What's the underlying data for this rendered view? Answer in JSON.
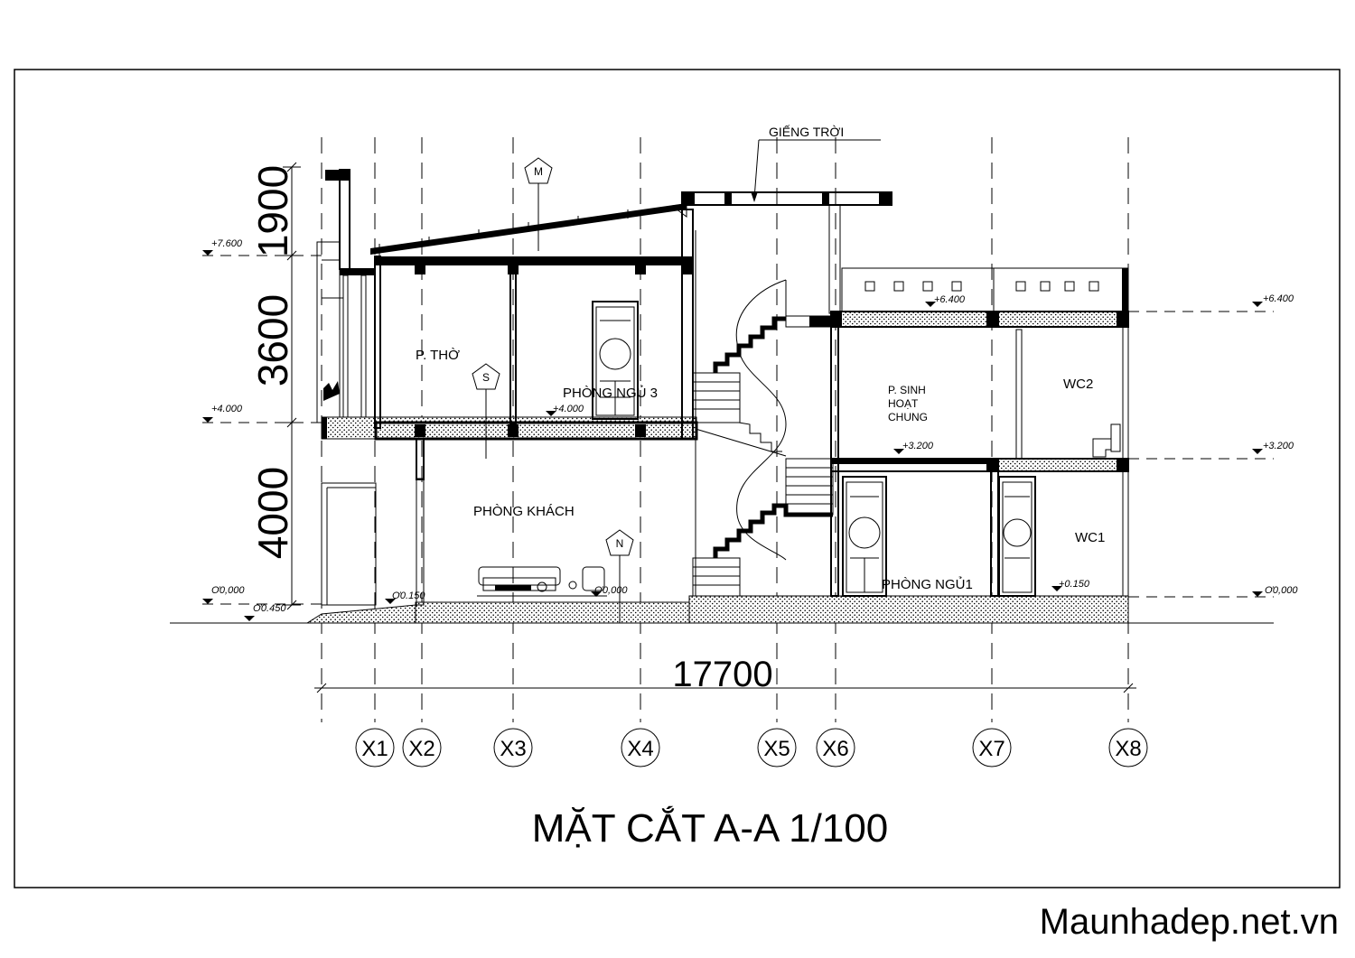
{
  "drawing": {
    "title": "MẶT CẮT A-A 1/100",
    "watermark": "Maunhadep.net.vn",
    "skylight_label": "GIẾNG TRỜI",
    "rooms": {
      "altar": "P. THỜ",
      "bedroom3": "PHÒNG NGỦ 3",
      "living": "PHÒNG KHÁCH",
      "family_1": "P. SINH",
      "family_2": "HOẠT",
      "family_3": "CHUNG",
      "wc2": "WC2",
      "wc1": "WC1",
      "bedroom1": "PHÒNG NGỦ1"
    },
    "vertical_dims": [
      "1900",
      "3600",
      "4000"
    ],
    "total_length": "17700",
    "levels": {
      "lv_7600": "+7.600",
      "lv_4000_left": "+4.000",
      "lv_4000_mid": "+4.000",
      "lv_0_left": "Ơ0,000",
      "lv_m450": "Ơ0.450",
      "lv_0150_left": "Ơ0.150",
      "lv_0_mid": "Ơ0,000",
      "lv_6400_mid": "+6.400",
      "lv_6400_right": "+6.400",
      "lv_3200_mid": "+3.200",
      "lv_3200_right": "+3.200",
      "lv_0150_right": "+0.150",
      "lv_0_right": "Ơ0,000"
    },
    "markers": [
      "M",
      "S",
      "N"
    ],
    "axes": [
      "X1",
      "X2",
      "X3",
      "X4",
      "X5",
      "X6",
      "X7",
      "X8"
    ]
  }
}
